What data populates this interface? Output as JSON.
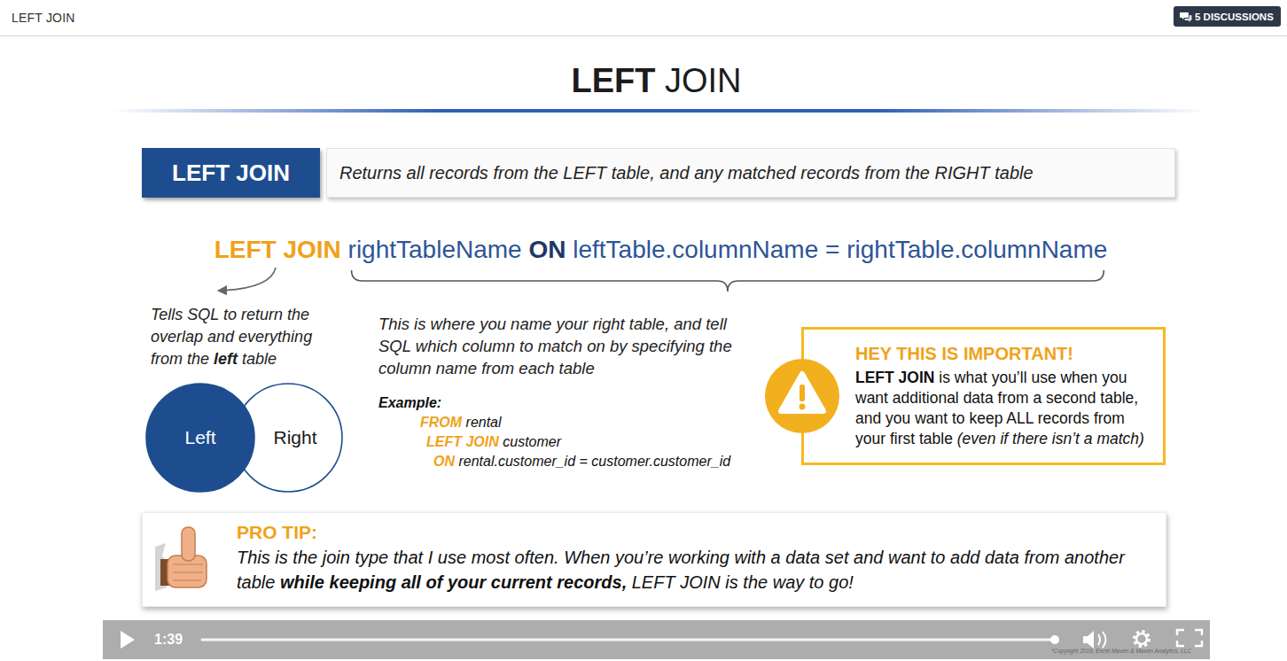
{
  "diagram": {
    "title": "LEFT JOIN",
    "nodes": [
      {
        "text": [
          "5 DISCUSSIONS"
        ]
      },
      {
        "text": [
          "LEFT JOIN"
        ]
      },
      {
        "text": [
          "Returns all records from the LEFT table, and any matched records from the RIGHT table"
        ]
      },
      {
        "text": [
          "Left"
        ]
      },
      {
        "text": [
          "Right"
        ]
      },
      {
        "text": [
          "HEY THIS IS IMPORTANT!",
          "LEFT JOIN is what you’ll use when you want additional data from a second table, and you want to keep ALL records from your first table (even if there isn’t a match)"
        ]
      },
      {
        "text": [
          "PRO TIP:",
          "This is the join type that I use most often. When you’re working with a data set and want to add data from another table while keeping all of your current records, LEFT JOIN is the way to go!"
        ]
      },
      {
        "text": [
          "1:39"
        ]
      }
    ],
    "labels": [
      "LEFT JOIN",
      "LEFT JOIN rightTableName ON leftTable.columnName = rightTable.columnName",
      "Tells SQL to return the overlap and everything from the left table",
      "This is where you name your right table, and tell SQL which column to match on by specifying the column name from each table",
      "Example:",
      "FROM rental",
      "LEFT JOIN customer",
      "ON rental.customer_id = customer.customer_id",
      "*Copyright 2019, Excel Maven & Maven Analytics, LLC"
    ]
  }
}
